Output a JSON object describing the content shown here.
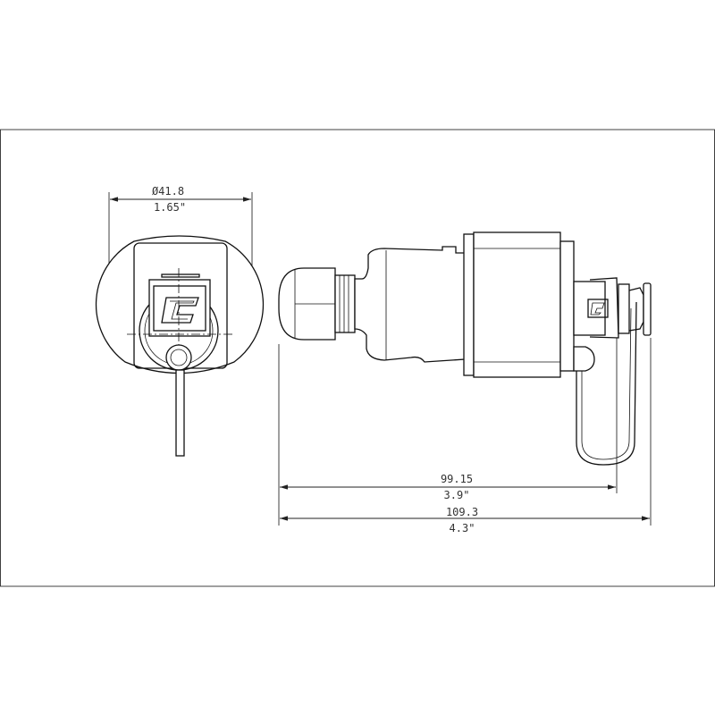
{
  "front_view": {
    "diameter_mm": "Ø41.8",
    "diameter_in": "1.65\""
  },
  "side_view": {
    "length_to_cap_mm": "99.15",
    "length_to_cap_in": "3.9\"",
    "overall_length_mm": "109.3",
    "overall_length_in": "4.3\""
  },
  "colors": {
    "line": "#111111",
    "background": "#ffffff"
  }
}
